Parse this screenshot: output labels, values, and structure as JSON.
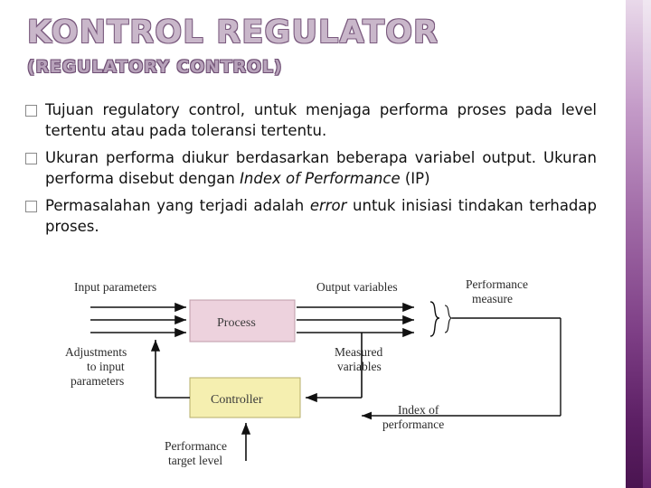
{
  "slide": {
    "title": {
      "main": "KONTROL REGULATOR",
      "sub": "(REGULATORY CONTROL)"
    },
    "bullets": [
      {
        "marker": "square-bullet",
        "segments": [
          {
            "text": "Tujuan regulatory control, untuk menjaga performa proses pada level tertentu atau pada toleransi tertentu.",
            "style": "normal"
          }
        ]
      },
      {
        "marker": "square-bullet",
        "segments": [
          {
            "text": "Ukuran performa diukur berdasarkan beberapa variabel output. Ukuran performa disebut dengan ",
            "style": "normal"
          },
          {
            "text": "Index of Performance",
            "style": "italic"
          },
          {
            "text": " (IP)",
            "style": "normal"
          }
        ]
      },
      {
        "marker": "square-bullet",
        "segments": [
          {
            "text": "Permasalahan yang terjadi adalah ",
            "style": "normal"
          },
          {
            "text": "error",
            "style": "italic"
          },
          {
            "text": " untuk inisiasi tindakan terhadap proses.",
            "style": "normal"
          }
        ]
      }
    ],
    "diagram": {
      "name": "regulatory-control-block-diagram",
      "blocks": [
        {
          "id": "process",
          "label": "Process",
          "fill": "#edd2dd",
          "stroke": "#b08b98"
        },
        {
          "id": "controller",
          "label": "Controller",
          "fill": "#f5efb0",
          "stroke": "#b5ae6a"
        }
      ],
      "labels": [
        {
          "id": "input-parameters",
          "lines": [
            "Input parameters"
          ]
        },
        {
          "id": "output-variables",
          "lines": [
            "Output variables"
          ]
        },
        {
          "id": "performance-measure",
          "lines": [
            "Performance",
            "measure"
          ]
        },
        {
          "id": "adjustments-to-input-parameters",
          "lines": [
            "Adjustments",
            "to input",
            "parameters"
          ]
        },
        {
          "id": "measured-variables",
          "lines": [
            "Measured",
            "variables"
          ]
        },
        {
          "id": "index-of-performance",
          "lines": [
            "Index of",
            "performance"
          ]
        },
        {
          "id": "performance-target-level",
          "lines": [
            "Performance",
            "target level"
          ]
        }
      ]
    }
  },
  "colors": {
    "title_fill": "#c9b7ca",
    "title_outline": "#7a5a7e",
    "band_dark": "#4a1450",
    "band_light": "#e9d9ea",
    "process_fill": "#edd2dd",
    "controller_fill": "#f5efb0"
  }
}
